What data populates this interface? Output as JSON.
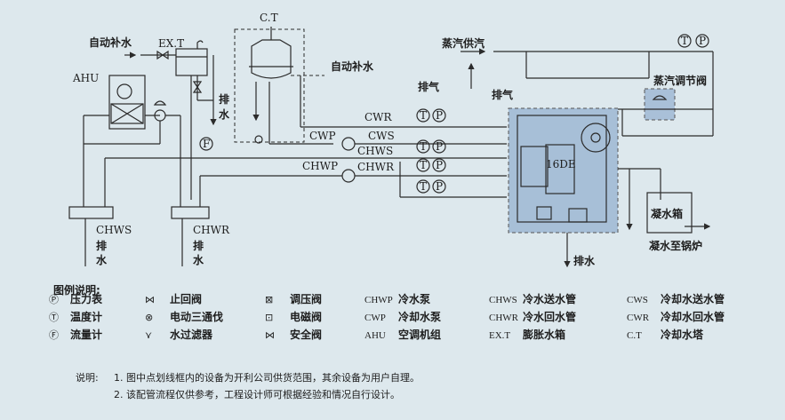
{
  "diagram": {
    "auto_makeup_left": "自动补水",
    "ext_label": "EX.T",
    "ahu_label": "AHU",
    "ct_label": "C.T",
    "auto_makeup_right": "自动补水",
    "drain": "排水",
    "drain_chars": [
      "排",
      "水"
    ],
    "vent": "排气",
    "cwr": "CWR",
    "cws": "CWS",
    "cwp": "CWP",
    "chws": "CHWS",
    "chwr": "CHWR",
    "chwp": "CHWP",
    "flow_meter": "F",
    "temp_gauge": "T",
    "pressure_gauge": "P",
    "steam_supply": "蒸汽供汽",
    "steam_valve": "蒸汽调节阀",
    "unit_model": "16DE",
    "condensate_tank": "凝水箱",
    "condensate_to_boiler": "凝水至锅炉"
  },
  "legend": {
    "title": "图例说明:",
    "rows": [
      [
        {
          "sym": "Ⓟ",
          "text": "压力表"
        },
        {
          "sym": "⋈",
          "text": "止回阀"
        },
        {
          "sym": "⊠",
          "text": "调压阀"
        },
        {
          "sym": "CHWP",
          "text": "冷水泵"
        },
        {
          "sym": "CHWS",
          "text": "冷水送水管"
        },
        {
          "sym": "CWS",
          "text": "冷却水送水管"
        }
      ],
      [
        {
          "sym": "Ⓣ",
          "text": "温度计"
        },
        {
          "sym": "⊗",
          "text": "电动三通伐"
        },
        {
          "sym": "⊡",
          "text": "电磁阀"
        },
        {
          "sym": "CWP",
          "text": "冷却水泵"
        },
        {
          "sym": "CHWR",
          "text": "冷水回水管"
        },
        {
          "sym": "CWR",
          "text": "冷却水回水管"
        }
      ],
      [
        {
          "sym": "Ⓕ",
          "text": "流量计"
        },
        {
          "sym": "⋎",
          "text": "水过滤器"
        },
        {
          "sym": "⋈",
          "text": "安全阀"
        },
        {
          "sym": "AHU",
          "text": "空调机组"
        },
        {
          "sym": "EX.T",
          "text": "膨胀水箱"
        },
        {
          "sym": "C.T",
          "text": "冷却水塔"
        }
      ]
    ]
  },
  "notes": {
    "label": "说明:",
    "items": [
      "1. 图中点划线框内的设备为开利公司供货范围，其余设备为用户自理。",
      "2. 该配管流程仅供参考，工程设计师可根据经验和情况自行设计。"
    ]
  }
}
